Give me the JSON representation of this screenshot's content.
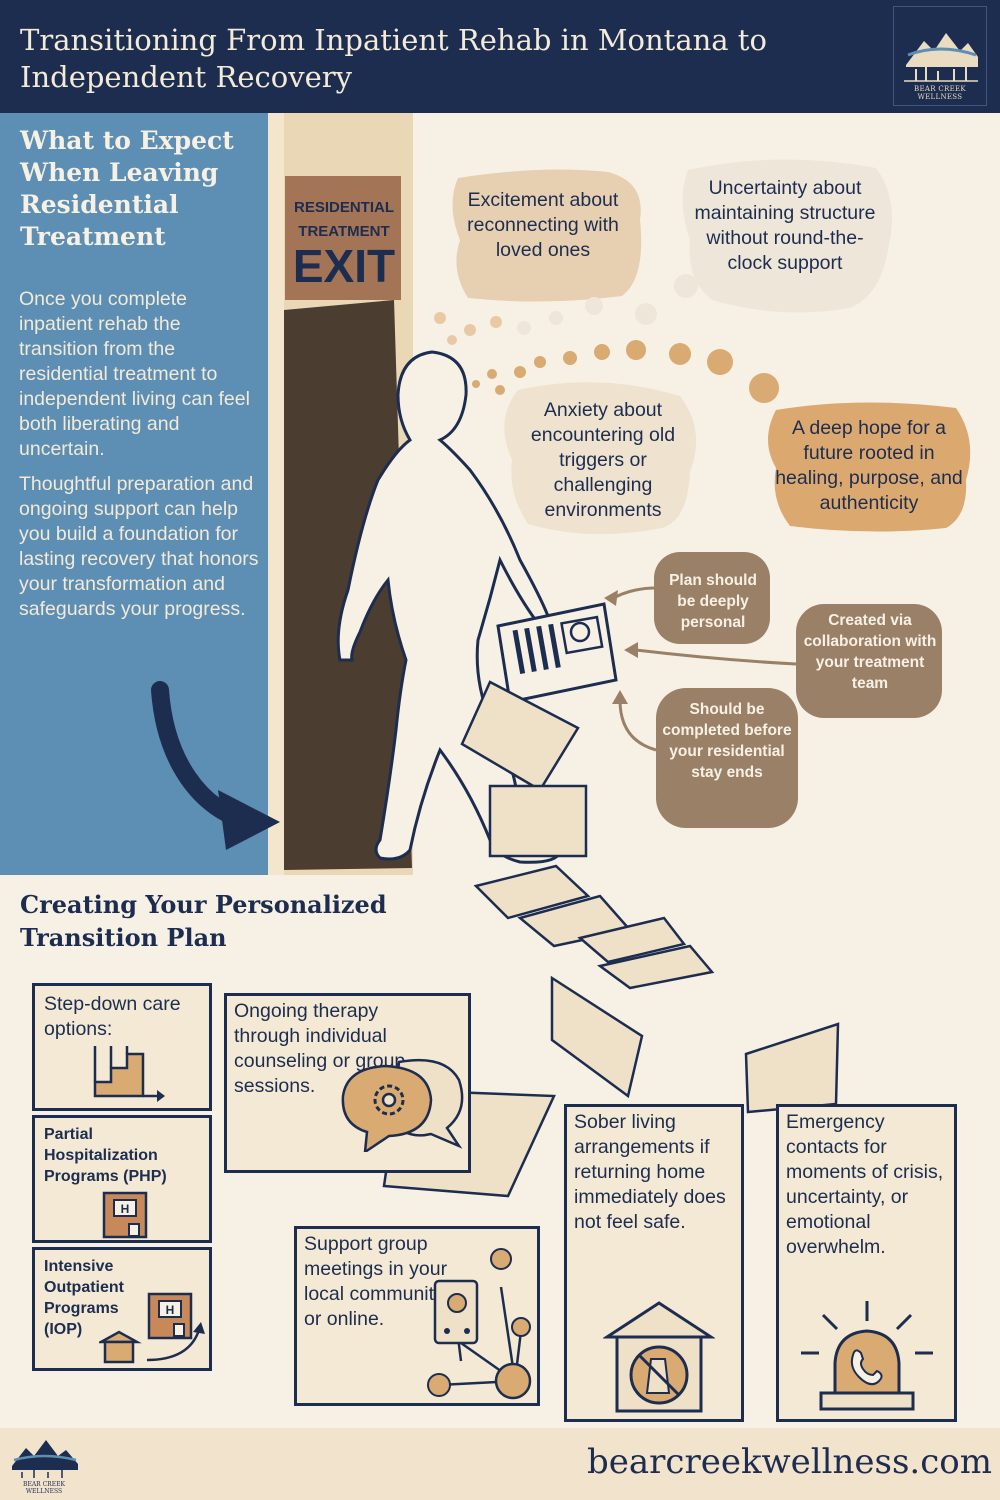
{
  "header": {
    "title": "Transitioning From Inpatient Rehab in Montana to Independent Recovery",
    "logo_line1": "BEAR CREEK",
    "logo_line2": "WELLNESS"
  },
  "intro": {
    "heading": "What to Expect When Leaving Residential Treatment",
    "paragraph1": "Once you complete inpatient rehab the transition from the residential treatment to independent living can feel both liberating and uncertain.",
    "paragraph2": "Thoughtful preparation and ongoing support can help you build a foundation for lasting recovery that honors your transformation and safeguards your progress."
  },
  "exit_sign": {
    "line1": "RESIDENTIAL",
    "line2": "TREATMENT",
    "line3": "EXIT"
  },
  "feelings": [
    {
      "text": "Excitement about reconnecting with loved ones"
    },
    {
      "text": "Uncertainty about maintaining structure without round-the-clock support"
    },
    {
      "text": "Anxiety about encountering old triggers or challenging environments"
    },
    {
      "text": "A deep hope for a future rooted in healing, purpose, and authenticity"
    }
  ],
  "plan_notes": [
    {
      "text": "Plan should be deeply personal"
    },
    {
      "text": "Created via collaboration with your treatment team"
    },
    {
      "text": "Should be completed before your residential stay ends"
    }
  ],
  "plan_section": {
    "heading": "Creating Your Personalized Transition Plan",
    "step_down": "Step-down care options:",
    "php": "Partial Hospitalization Programs (PHP)",
    "iop": "Intensive Outpatient Programs (IOP)",
    "therapy": "Ongoing therapy through individual counseling or group sessions.",
    "support": "Support group meetings in your local community or online.",
    "sober": "Sober living arrangements if returning home immediately does not feel safe.",
    "emergency": "Emergency contacts for moments of crisis, uncertainty, or emotional overwhelm.",
    "building_letter": "H"
  },
  "footer": {
    "url": "bearcreekwellness.com",
    "logo_line1": "BEAR CREEK",
    "logo_line2": "WELLNESS"
  },
  "colors": {
    "navy": "#1d2d4f",
    "cream": "#f7f1e5",
    "blue": "#5d8eb3",
    "tan": "#d9aa72",
    "light_tan": "#e8d9c7",
    "brown": "#9b8068",
    "door_brown": "#4b3d30",
    "sign_brown": "#a47456"
  }
}
